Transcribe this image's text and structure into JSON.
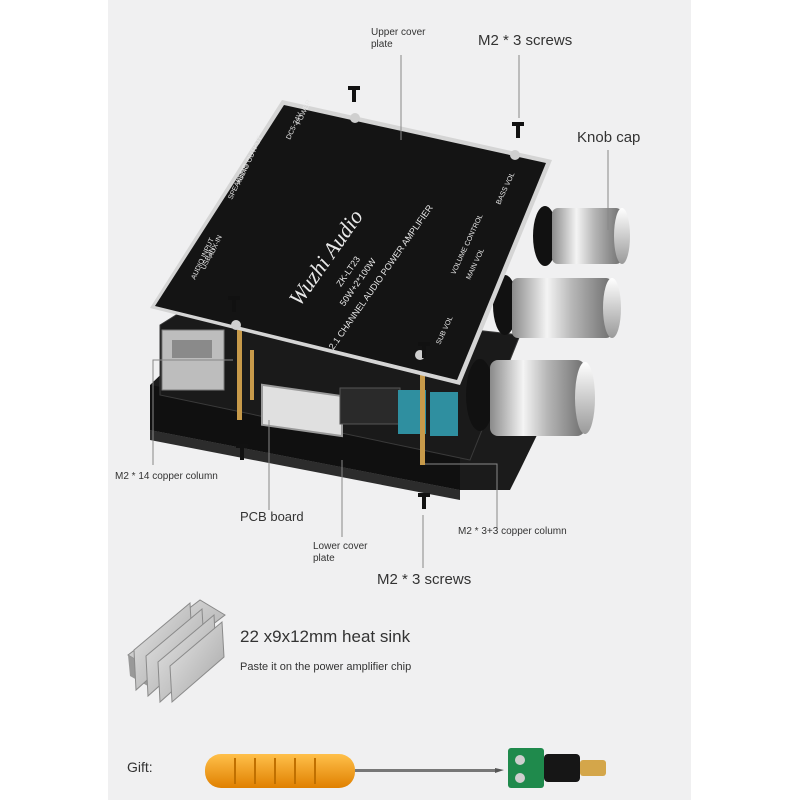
{
  "labels": {
    "upper_cover": "Upper cover\nplate",
    "m2_3_screws_top": "M2 * 3 screws",
    "knob_cap": "Knob cap",
    "m2_14_column": "M2 * 14 copper column",
    "pcb_board": "PCB board",
    "lower_cover": "Lower cover\nplate",
    "m2_33_column": "M2 * 3+3 copper column",
    "m2_3_screws_bottom": "M2 * 3 screws",
    "heat_sink": "22 x9x12mm heat sink",
    "heat_sink_note": "Paste it on the power amplifier chip",
    "gift": "Gift:"
  },
  "board": {
    "brand": "Wuzhi Audio",
    "model": "ZK-LT23",
    "power": "50W+2*100W",
    "desc_line1": "2.1 CHANNEL AUDIO POWER AMPLIFIER",
    "bass_vol": "BASS VOL",
    "volume_control": "VOLUME CONTROL",
    "main_vol": "MAIN VOL",
    "sub_vol": "SUB VOL",
    "audio_output": "AUDIO OUTPUT",
    "speakers": "SPEAKERS",
    "audio_input": "AUDIO INPUT",
    "usb_in": "USB-IN",
    "aux_in": "AUX-IN",
    "power_label": "POWER",
    "dc": "DC5-24V"
  },
  "colors": {
    "panel_bg": "#f0f0f1",
    "board_black": "#141414",
    "pcb_frame": "#d9d9d9",
    "knob_silver": "#c8c8c8",
    "handle_orange": "#f29a10",
    "connector_green": "#1f8a4c"
  }
}
